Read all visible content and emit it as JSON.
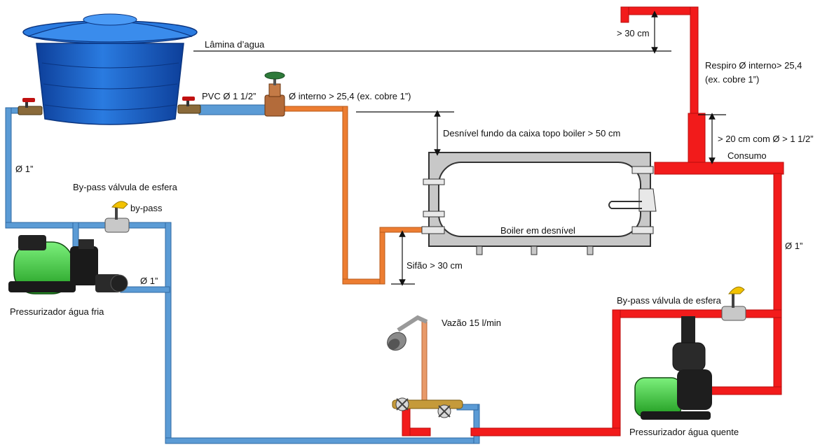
{
  "labels": {
    "water_level": "Lâmina d’agua",
    "vent_height": "> 30 cm",
    "vent_pipe": "Respiro Ø interno> 25,4",
    "vent_pipe_example": "(ex. cobre 1”)",
    "pvc_pipe": "PVC Ø 1 1/2”",
    "inner_diameter": "Ø interno > 25,4 (ex. cobre 1”)",
    "tank_to_boiler_drop": "Desnível fundo da caixa topo boiler > 50 cm",
    "rise_20cm": "> 20 cm com  Ø > 1 1/2”",
    "consumption": "Consumo",
    "cold_diameter_top": "Ø 1”",
    "bypass_cold_title": "By-pass válvula de esfera",
    "bypass_cold_short": "by-pass",
    "boiler": "Boiler em desnível",
    "siphon": "Sifão > 30 cm",
    "cold_diameter_pump": "Ø 1”",
    "cold_pump": "Pressurizador água fria",
    "hot_diameter": "Ø 1”",
    "bypass_hot_title": "By-pass válvula de esfera",
    "flow_rate": "Vazão 15 l/min",
    "hot_pump": "Pressurizador água quente"
  },
  "colors": {
    "cold_water": "#5b9bd5",
    "hot_water": "#f21b1b",
    "copper_feed": "#ed7d31",
    "tank": "#1f5fbf",
    "pump_body": "#3fc83f",
    "boiler": "#c8c8c8",
    "valve_handle": "#f2c200"
  },
  "icons": [
    "water-tank-icon",
    "gate-valve-icon",
    "ball-valve-icon",
    "pump-icon",
    "shower-head-icon",
    "mixer-faucet-icon",
    "boiler-icon"
  ]
}
